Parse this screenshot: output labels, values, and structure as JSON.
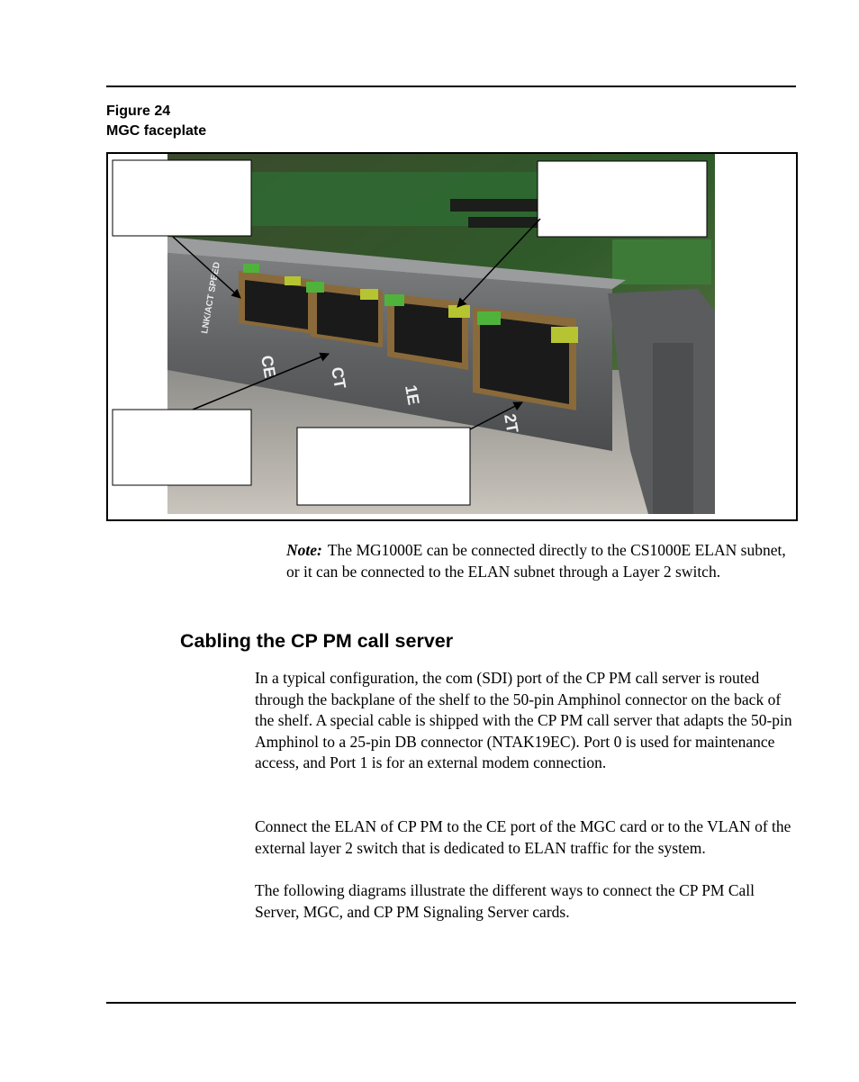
{
  "figure": {
    "number": "Figure 24",
    "caption": "MGC faceplate",
    "faceplate_labels": {
      "side": "LNK/ACT SPEED",
      "ports": [
        "CE",
        "CT",
        "1E",
        "2T"
      ]
    }
  },
  "note": {
    "label": "Note:",
    "text": "The MG1000E can be connected directly to the CS1000E ELAN subnet, or it can be connected to the ELAN subnet through a Layer 2 switch."
  },
  "section": {
    "heading": "Cabling the CP PM call server",
    "paragraphs": [
      "In a typical configuration, the com (SDI) port of the CP PM call server is routed through the backplane of the shelf to the 50-pin Amphinol connector on the back of the shelf. A special cable is shipped with the CP PM call server that adapts the 50-pin Amphinol to a 25-pin DB connector (NTAK19EC). Port 0 is used for maintenance access, and Port 1 is for an external modem connection.",
      "Connect the ELAN of CP PM to the CE port of the MGC card or to the VLAN of the external layer 2 switch that is dedicated to ELAN traffic for the system.",
      "The following diagrams illustrate the different ways to connect the CP PM Call Server, MGC, and CP PM Signaling Server cards."
    ]
  }
}
